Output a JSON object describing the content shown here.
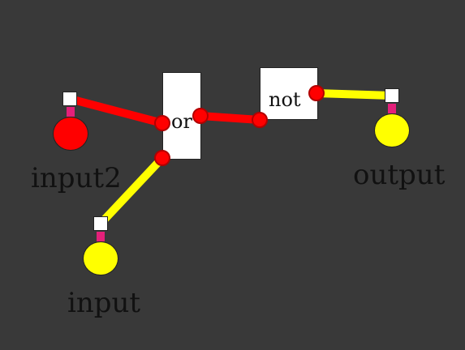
{
  "nodes": {
    "input2": {
      "label": "input2",
      "state": "red",
      "color": "#ff0000"
    },
    "input": {
      "label": "input",
      "state": "yellow",
      "color": "#ffff00"
    },
    "output": {
      "label": "output",
      "state": "yellow",
      "color": "#ffff00"
    }
  },
  "gates": {
    "or": {
      "label": "or"
    },
    "not": {
      "label": "not"
    }
  },
  "colors": {
    "background": "#393939",
    "wire_active": "#ff0000",
    "wire_signal": "#ffff00",
    "port": "#ff0000",
    "stem": "#e4207a"
  }
}
